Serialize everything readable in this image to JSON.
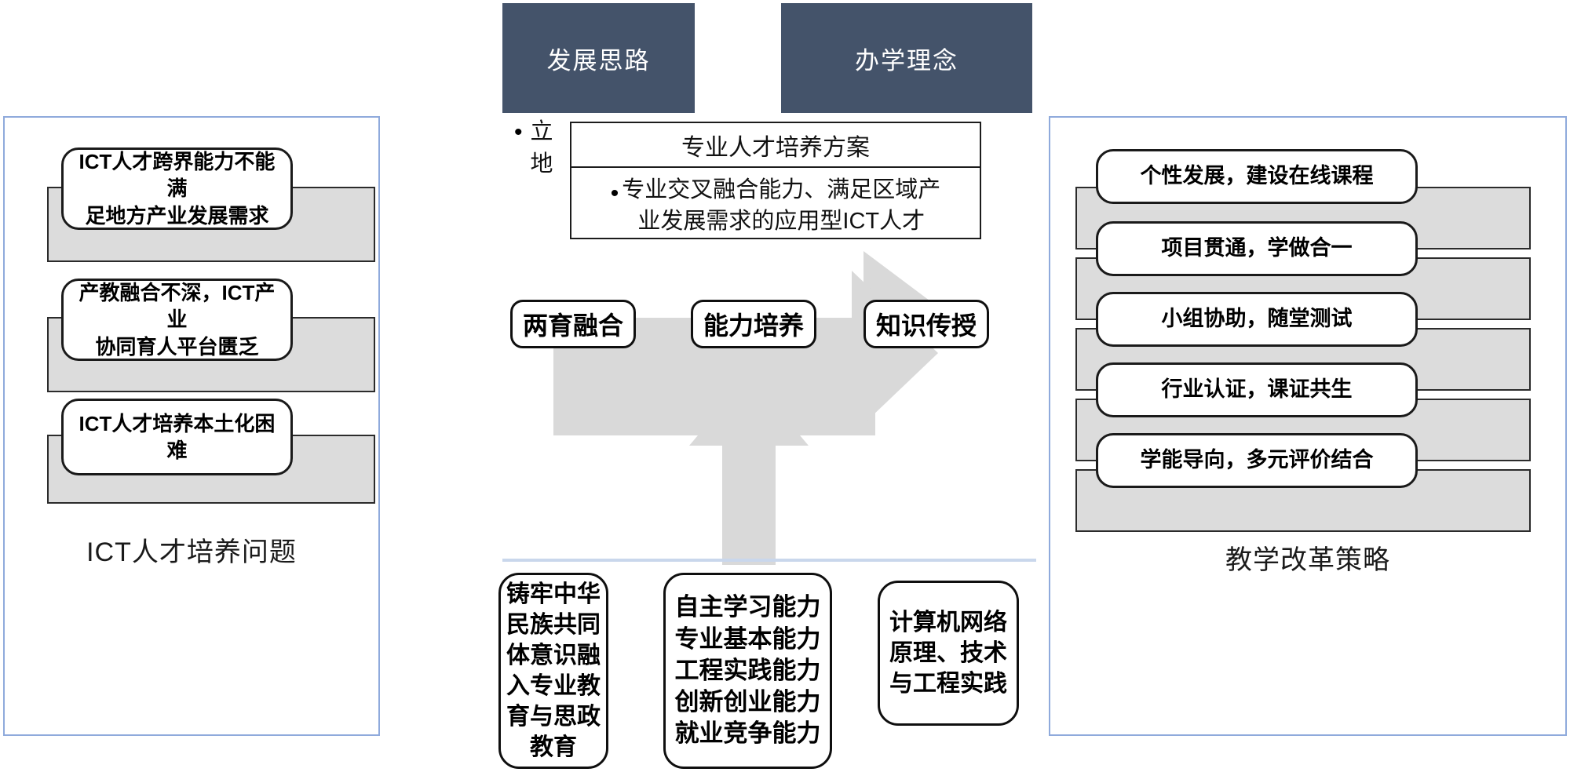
{
  "colors": {
    "panel_border": "#8FAADC",
    "dark_header_bg": "#44536A",
    "slab_fill": "#DCDCDC",
    "arrow_fill": "#D9D9D9",
    "divider": "#C9D7EC"
  },
  "left_panel": {
    "caption": "ICT人才培养问题",
    "items": [
      {
        "line1": "ICT人才跨界能力不能满",
        "line2": "足地方产业发展需求"
      },
      {
        "line1": "产教融合不深，ICT产业",
        "line2": "协同育人平台匮乏"
      },
      {
        "line1": "ICT人才培养本土化困难",
        "line2": ""
      }
    ]
  },
  "center": {
    "headers": [
      {
        "label": "发展思路"
      },
      {
        "label": "办学理念"
      }
    ],
    "behind_bullet": "•",
    "behind_lines": [
      "立",
      "地"
    ],
    "overlay_box": {
      "title": "专业人才培养方案",
      "bullet": "•",
      "body_line1": "专业交叉融合能力、满足区域产",
      "body_line2": "业发展需求的应用型ICT人才"
    },
    "flow_pills": [
      {
        "label": "两育融合"
      },
      {
        "label": "能力培养"
      },
      {
        "label": "知识传授"
      }
    ],
    "bottom_pills": [
      {
        "lines": [
          "铸牢中华",
          "民族共同",
          "体意识融",
          "入专业教",
          "育与思政",
          "教育"
        ],
        "font_size": "30px"
      },
      {
        "lines": [
          "自主学习能力",
          "专业基本能力",
          "工程实践能力",
          "创新创业能力",
          "就业竞争能力"
        ],
        "font_size": "31px"
      },
      {
        "lines": [
          "计算机网络",
          "原理、技术",
          "与工程实践"
        ],
        "font_size": "30px"
      }
    ]
  },
  "right_panel": {
    "caption": "教学改革策略",
    "items": [
      {
        "label": "个性发展，建设在线课程"
      },
      {
        "label": "项目贯通，学做合一"
      },
      {
        "label": "小组协助，随堂测试"
      },
      {
        "label": "行业认证，课证共生"
      },
      {
        "label": "学能导向，多元评价结合"
      }
    ]
  }
}
